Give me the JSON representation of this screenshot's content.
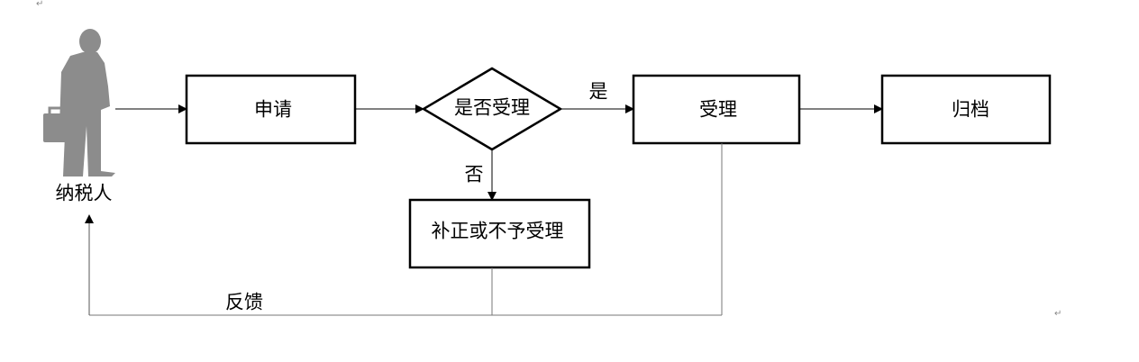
{
  "diagram": {
    "actor": {
      "label": "纳税人",
      "icon": "businessman-silhouette-icon"
    },
    "nodes": {
      "apply": "申请",
      "decision": "是否受理",
      "accept": "受理",
      "archive": "归档",
      "reject": "补正或不予受理"
    },
    "edge_labels": {
      "yes": "是",
      "no": "否",
      "feedback": "反馈"
    },
    "paragraph_mark": "↵"
  }
}
